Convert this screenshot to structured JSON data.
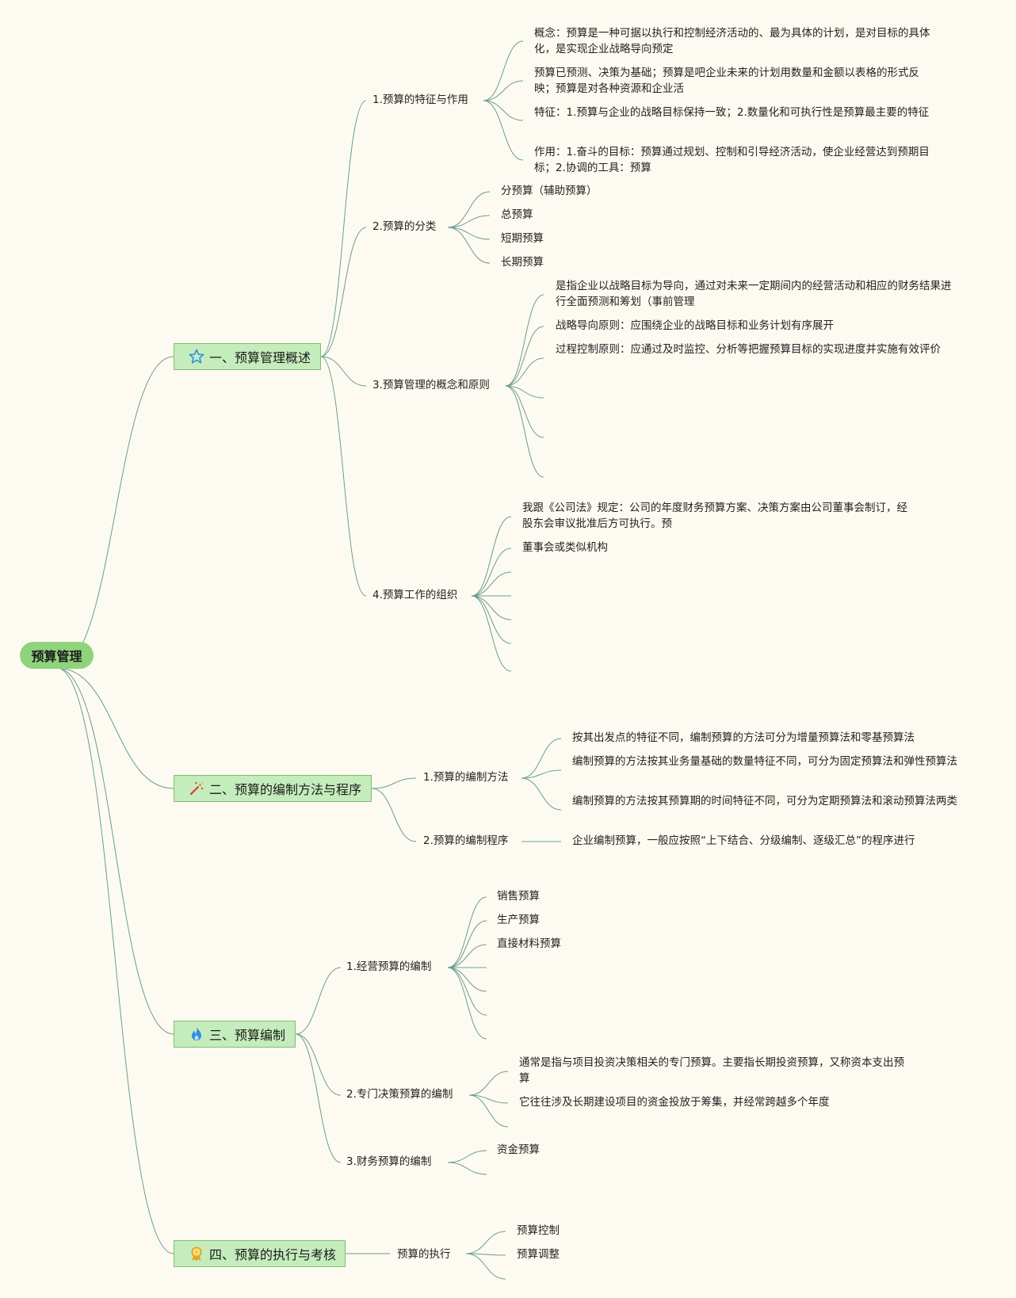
{
  "root": {
    "label": "预算管理"
  },
  "branches": [
    {
      "label": "一、预算管理概述",
      "icon": "star-icon",
      "children": [
        {
          "label": "1.预算的特征与作用",
          "leaves": [
            "概念：预算是一种可据以执行和控制经济活动的、最为具体的计划，是对目标的具体化，是实现企业战略导向预定",
            "预算已预测、决策为基础；预算是吧企业未来的计划用数量和金额以表格的形式反映；预算是对各种资源和企业活",
            "特征：1.预算与企业的战略目标保持一致；2.数量化和可执行性是预算最主要的特征",
            "作用：1.奋斗的目标：预算通过规划、控制和引导经济活动，使企业经营达到预期目标；2.协调的工具：预算"
          ]
        },
        {
          "label": "2.预算的分类",
          "leaves": [
            "分预算（辅助预算）",
            "总预算",
            "短期预算",
            "长期预算"
          ]
        },
        {
          "label": "3.预算管理的概念和原则",
          "leaves": [
            "是指企业以战略目标为导向，通过对未来一定期间内的经营活动和相应的财务结果进行全面预测和筹划（事前管理",
            "战略导向原则：应围绕企业的战略目标和业务计划有序展开",
            "过程控制原则：应通过及时监控、分析等把握预算目标的实现进度并实施有效评价"
          ]
        },
        {
          "label": "4.预算工作的组织",
          "leaves": [
            "我跟《公司法》规定：公司的年度财务预算方案、决策方案由公司董事会制订，经股东会审议批准后方可执行。预",
            "董事会或类似机构"
          ]
        }
      ]
    },
    {
      "label": "二、预算的编制方法与程序",
      "icon": "magic-wand-icon",
      "children": [
        {
          "label": "1.预算的编制方法",
          "leaves": [
            "按其出发点的特征不同，编制预算的方法可分为增量预算法和零基预算法",
            "编制预算的方法按其业务量基础的数量特征不同，可分为固定预算法和弹性预算法",
            "编制预算的方法按其预算期的时间特征不同，可分为定期预算法和滚动预算法两类"
          ]
        },
        {
          "label": "2.预算的编制程序",
          "leaves": [
            "企业编制预算，一般应按照“上下结合、分级编制、逐级汇总”的程序进行"
          ]
        }
      ]
    },
    {
      "label": "三、预算编制",
      "icon": "flame-icon",
      "children": [
        {
          "label": "1.经营预算的编制",
          "leaves": [
            "销售预算",
            "生产预算",
            "直接材料预算"
          ]
        },
        {
          "label": "2.专门决策预算的编制",
          "leaves": [
            "通常是指与项目投资决策相关的专门预算。主要指长期投资预算，又称资本支出预算",
            "它往往涉及长期建设项目的资金投放于筹集，并经常跨越多个年度"
          ]
        },
        {
          "label": "3.财务预算的编制",
          "leaves": [
            "资金预算"
          ]
        }
      ]
    },
    {
      "label": "四、预算的执行与考核",
      "icon": "medal-icon",
      "children": [
        {
          "label": "预算的执行",
          "leaves": [
            "预算控制",
            "预算调整"
          ]
        }
      ]
    }
  ],
  "colors": {
    "line": "#6b9c93",
    "root_fill": "#8fd47d",
    "branch_fill": "#c5ecbc",
    "branch_border": "#7fbf72",
    "background": "#fdfbf1"
  }
}
